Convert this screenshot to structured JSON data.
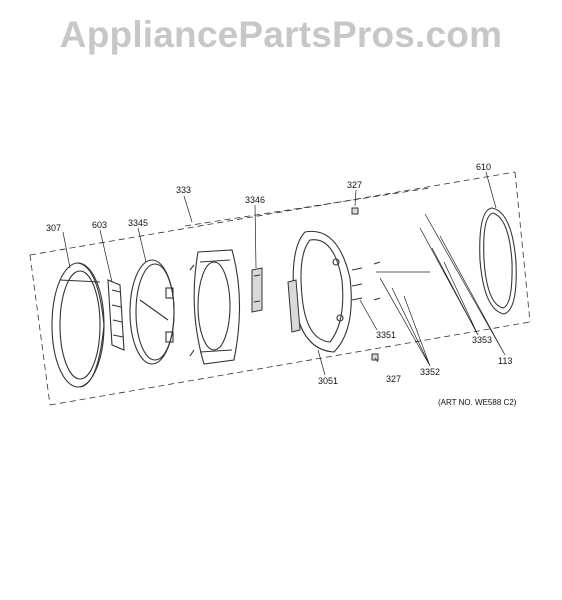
{
  "site": {
    "title": "AppliancePartsPros.com"
  },
  "art_number": "(ART NO. WE588 C2)",
  "callouts": {
    "p307": "307",
    "p603": "603",
    "p3345": "3345",
    "p333": "333",
    "p3346": "3346",
    "p327a": "327",
    "p610": "610",
    "p3051": "3051",
    "p3351": "3351",
    "p3352": "3352",
    "p327b": "327",
    "p3353": "3353",
    "p113": "113"
  }
}
